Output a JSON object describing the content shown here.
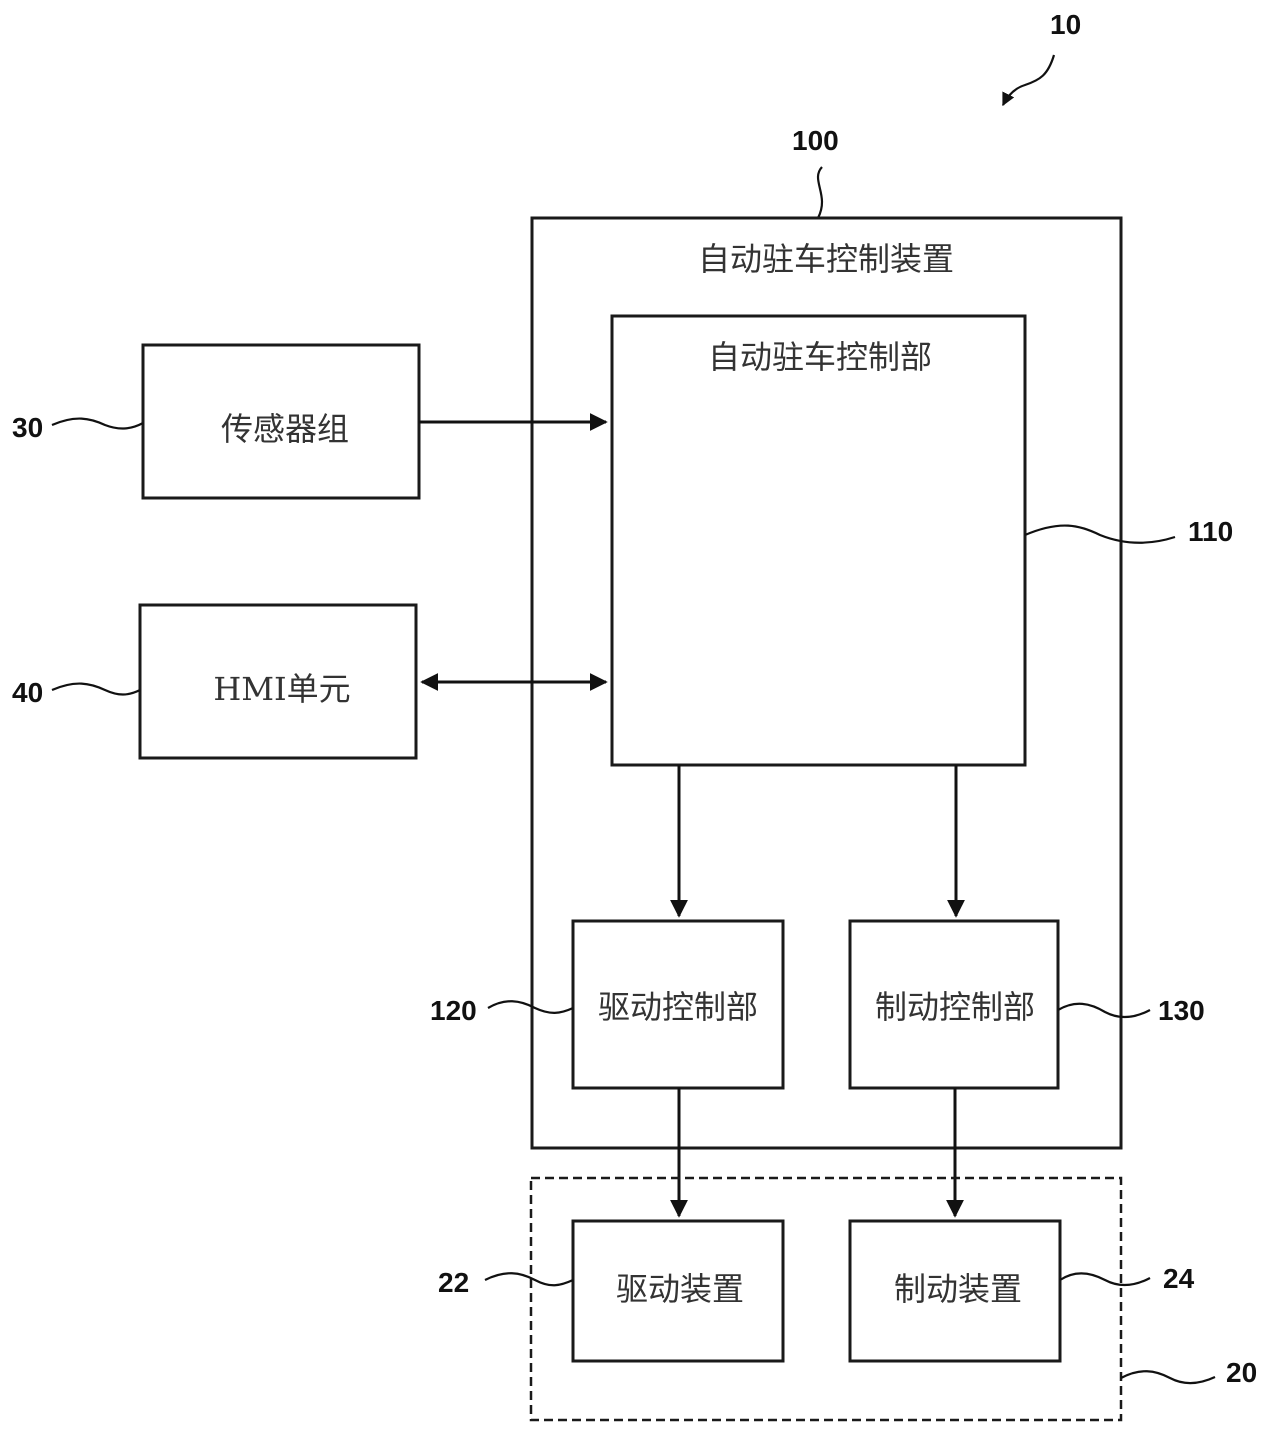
{
  "diagram": {
    "system_ref": "10",
    "blocks": {
      "auto_parking_device": {
        "ref": "100",
        "label": "自动驻车控制装置"
      },
      "auto_parking_controller": {
        "ref": "110",
        "label": "自动驻车控制部"
      },
      "sensor_group": {
        "ref": "30",
        "label": "传感器组"
      },
      "hmi_unit": {
        "ref": "40",
        "label": "HMI单元"
      },
      "drive_controller": {
        "ref": "120",
        "label": "驱动控制部"
      },
      "brake_controller": {
        "ref": "130",
        "label": "制动控制部"
      },
      "actuator_group": {
        "ref": "20",
        "label": ""
      },
      "drive_device": {
        "ref": "22",
        "label": "驱动装置"
      },
      "brake_device": {
        "ref": "24",
        "label": "制动装置"
      }
    },
    "connections": [
      {
        "from": "sensor_group",
        "to": "auto_parking_controller",
        "direction": "one-way"
      },
      {
        "from": "hmi_unit",
        "to": "auto_parking_controller",
        "direction": "two-way"
      },
      {
        "from": "auto_parking_controller",
        "to": "drive_controller",
        "direction": "one-way"
      },
      {
        "from": "auto_parking_controller",
        "to": "brake_controller",
        "direction": "one-way"
      },
      {
        "from": "drive_controller",
        "to": "drive_device",
        "direction": "one-way"
      },
      {
        "from": "brake_controller",
        "to": "brake_device",
        "direction": "one-way"
      }
    ]
  }
}
